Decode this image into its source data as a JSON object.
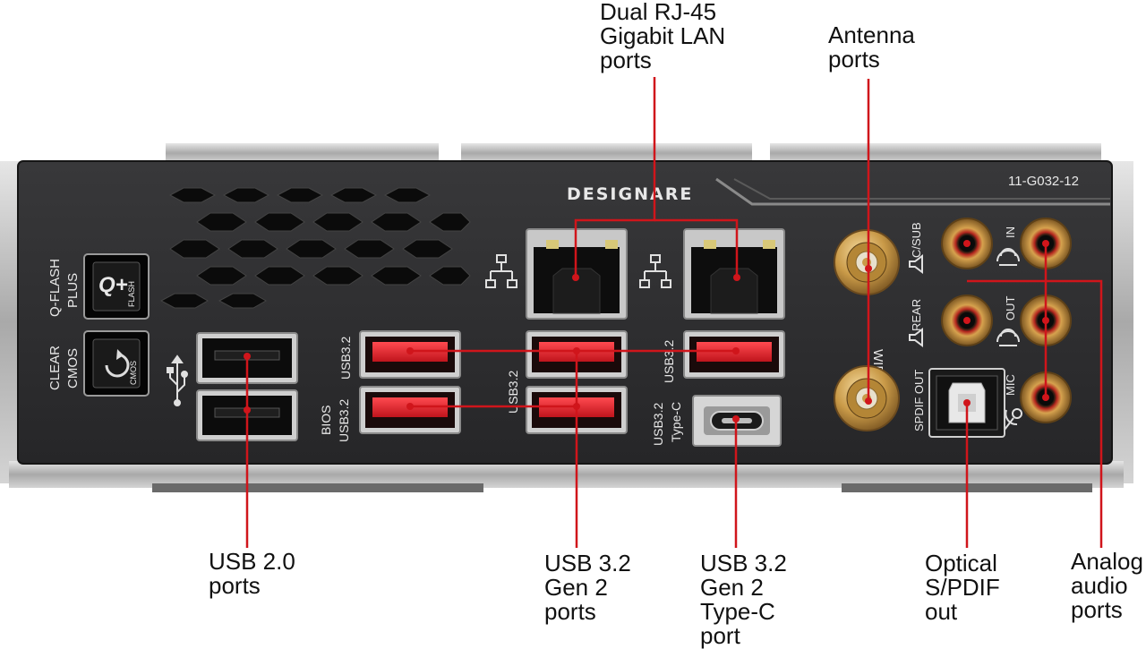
{
  "callouts": {
    "dual_rj45": "Dual RJ-45\nGigabit LAN\nports",
    "antenna": "Antenna\nports",
    "usb20": "USB 2.0\nports",
    "usb32_gen2": "USB 3.2\nGen 2\nports",
    "usb32_typec": "USB 3.2\nGen 2\nType-C\nport",
    "optical": "Optical\nS/PDIF\nout",
    "analog": "Analog\naudio\nports"
  },
  "panel": {
    "brand": "DESIGNARE",
    "model_code": "11-G032-12",
    "qflash": [
      "Q-FLASH",
      "PLUS"
    ],
    "clear_cmos": [
      "CLEAR",
      "CMOS"
    ],
    "qflash_button": [
      "Q+",
      "FLASH"
    ],
    "cmos_button": "CMOS",
    "bios": "BIOS",
    "usb32_a": "USB3.2",
    "usb32_b": "USB3.2",
    "usb32_c": "USB3.2",
    "usb32_d": "USB3.2",
    "typec": [
      "USB3.2",
      "Type-C"
    ],
    "wifi": "WIFI",
    "spdif_out": "SPDIF OUT",
    "csub": "C/SUB",
    "rear": "REAR",
    "in": "IN",
    "out": "OUT",
    "mic": "MIC"
  },
  "colors": {
    "callout_line": "#d0151b",
    "panel": "#2b2b2d",
    "usb_red": "#e0202a",
    "gold": "#c99a48"
  },
  "icons": [
    "network-icon",
    "usb-icon",
    "speaker-icon",
    "audio-wave-icon",
    "microphone-icon"
  ]
}
